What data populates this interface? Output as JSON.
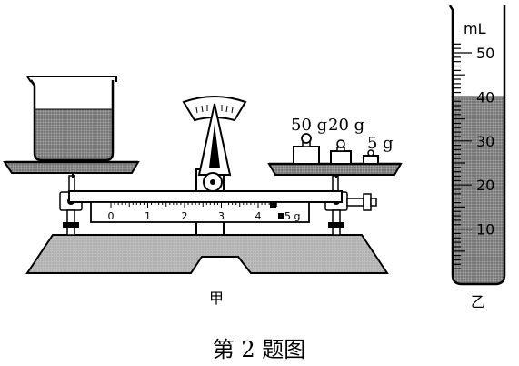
{
  "balance": {
    "weights": [
      {
        "label": "50 g",
        "mass": 50
      },
      {
        "label": "20 g",
        "mass": 20
      },
      {
        "label": "5 g",
        "mass": 5
      }
    ],
    "beam_scale": {
      "ticks": [
        "0",
        "1",
        "2",
        "3",
        "4"
      ],
      "end_label": "5 g",
      "rider_value": 4.4
    },
    "caption": "甲"
  },
  "cylinder": {
    "unit": "mL",
    "scale_labels": [
      "50",
      "40",
      "30",
      "20",
      "10"
    ],
    "scale_values": [
      50,
      40,
      30,
      20,
      10
    ],
    "scale_max": 55,
    "liquid_level": 40,
    "caption": "乙"
  },
  "figure_caption": "第 2 题图"
}
